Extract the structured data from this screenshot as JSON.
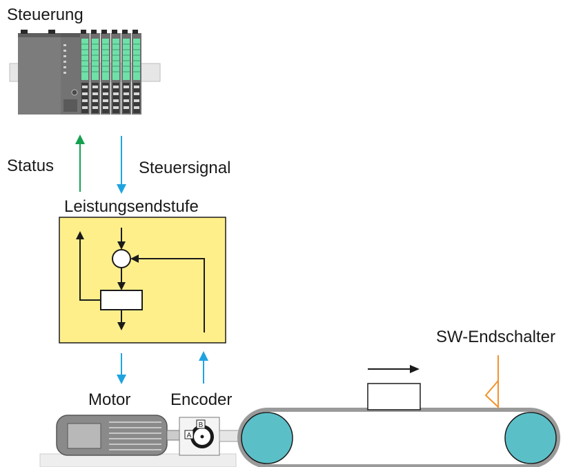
{
  "labels": {
    "controller": "Steuerung",
    "status": "Status",
    "control_signal": "Steuersignal",
    "power_stage": "Leistungsendstufe",
    "motor": "Motor",
    "encoder": "Encoder",
    "sw_limit_switch": "SW-Endschalter"
  },
  "encoder_marks": {
    "channel_a": "A",
    "channel_b": "B"
  },
  "colors": {
    "status_arrow": "#14a050",
    "signal_arrow": "#1fa3e0",
    "power_stage_fill": "#ffef8a",
    "power_stage_border": "#1a1a1a",
    "pulley_fill": "#5bbfc8",
    "belt": "#9a9a9a",
    "limit_switch": "#f0922a",
    "controller_body": "#7a7a7a",
    "io_module_led": "#6fe0a8"
  },
  "icons": [
    "controller-plc-icon",
    "motor-icon",
    "encoder-icon",
    "conveyor-icon",
    "limit-switch-icon",
    "direction-arrow-icon"
  ]
}
